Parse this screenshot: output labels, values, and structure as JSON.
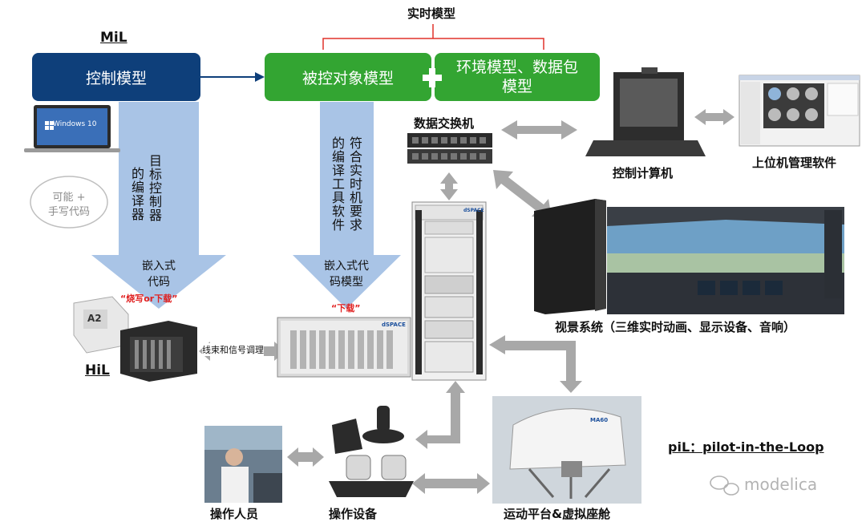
{
  "realtime_label": "实时模型",
  "mil_label": "MiL",
  "hil_label": "HiL",
  "boxes": {
    "control_model": "控制模型",
    "plant_model": "被控对象模型",
    "env_model_line1": "环境模型、数据包",
    "env_model_line2": "模型"
  },
  "laptop_os": "Windows 10",
  "ellipse_text_line1": "可能 +",
  "ellipse_text_line2": "手写代码",
  "arrow1": {
    "vertical_text_a": "的编译器",
    "vertical_text_b": "目标控制器",
    "bottom_line1": "嵌入式",
    "bottom_line2": "代码",
    "red_note": "“烧写or下载”"
  },
  "arrow2": {
    "vertical_text_a": "的编译工具软件",
    "vertical_text_b": "符合实时机要求",
    "bottom_line1": "嵌入式代",
    "bottom_line2": "码模型",
    "red_note": "“下载”"
  },
  "harness_label": "线束和信号调理",
  "devices": {
    "a2_badge": "A2",
    "dspace_badge": "dSPACE",
    "cabinet_badge": "dSPACE",
    "sim_badge": "MA60"
  },
  "labels": {
    "switch": "数据交换机",
    "control_computer": "控制计算机",
    "host_software": "上位机管理软件",
    "visual_system": "视景系统（三维实时动画、显示设备、音响）",
    "operator": "操作人员",
    "operating_device": "操作设备",
    "motion_platform": "运动平台&虚拟座舱",
    "pil": "piL：pilot-in-the-Loop",
    "watermark": "modelica"
  },
  "colors": {
    "dark_blue": "#0e3f7a",
    "green": "#33a532",
    "light_blue_arrow": "#a9c4e6",
    "gray_arrow": "#a8a8a8",
    "red_brace": "#e0322a"
  }
}
